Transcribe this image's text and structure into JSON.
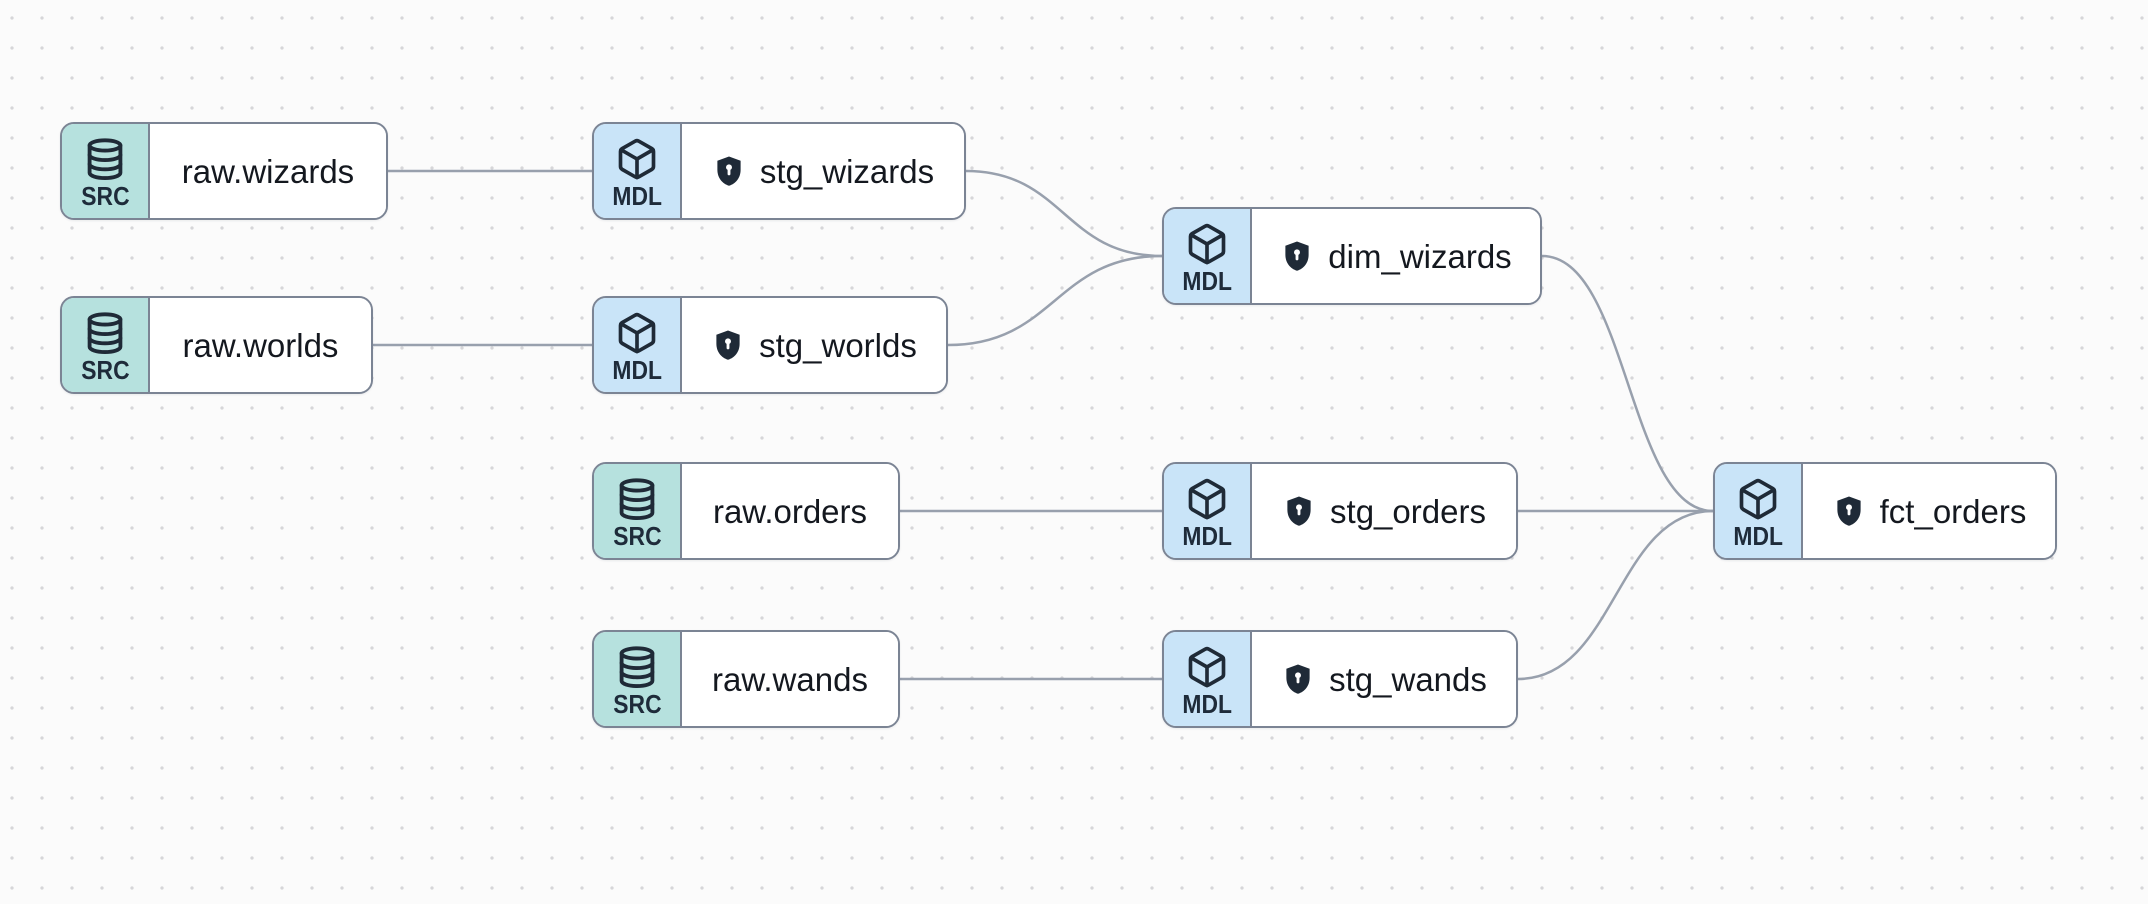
{
  "diagram": {
    "kind": "data-lineage-graph",
    "background_color": "#fbfbfb",
    "dot_color": "#d6d6d9",
    "edge_color": "#98a0ad",
    "node_border_color": "#7b8494",
    "source_badge_color": "#b6e1de",
    "model_badge_color": "#c9e4f8",
    "icon_color": "#1f2a37",
    "label_color": "#14181f"
  },
  "nodes": [
    {
      "id": "raw_wizards",
      "type": "source",
      "badge": "SRC",
      "icon": "database",
      "label": "raw.wizards",
      "shield": false
    },
    {
      "id": "stg_wizards",
      "type": "model",
      "badge": "MDL",
      "icon": "cube",
      "label": "stg_wizards",
      "shield": true
    },
    {
      "id": "raw_worlds",
      "type": "source",
      "badge": "SRC",
      "icon": "database",
      "label": "raw.worlds",
      "shield": false
    },
    {
      "id": "stg_worlds",
      "type": "model",
      "badge": "MDL",
      "icon": "cube",
      "label": "stg_worlds",
      "shield": true
    },
    {
      "id": "dim_wizards",
      "type": "model",
      "badge": "MDL",
      "icon": "cube",
      "label": "dim_wizards",
      "shield": true
    },
    {
      "id": "raw_orders",
      "type": "source",
      "badge": "SRC",
      "icon": "database",
      "label": "raw.orders",
      "shield": false
    },
    {
      "id": "stg_orders",
      "type": "model",
      "badge": "MDL",
      "icon": "cube",
      "label": "stg_orders",
      "shield": true
    },
    {
      "id": "fct_orders",
      "type": "model",
      "badge": "MDL",
      "icon": "cube",
      "label": "fct_orders",
      "shield": true
    },
    {
      "id": "raw_wands",
      "type": "source",
      "badge": "SRC",
      "icon": "database",
      "label": "raw.wands",
      "shield": false
    },
    {
      "id": "stg_wands",
      "type": "model",
      "badge": "MDL",
      "icon": "cube",
      "label": "stg_wands",
      "shield": true
    }
  ],
  "edges": [
    {
      "from": "raw.wizards",
      "to": "stg_wizards"
    },
    {
      "from": "raw.worlds",
      "to": "stg_worlds"
    },
    {
      "from": "raw.orders",
      "to": "stg_orders"
    },
    {
      "from": "raw.wands",
      "to": "stg_wands"
    },
    {
      "from": "stg_wizards",
      "to": "dim_wizards"
    },
    {
      "from": "stg_worlds",
      "to": "dim_wizards"
    },
    {
      "from": "stg_orders",
      "to": "fct_orders"
    },
    {
      "from": "stg_wands",
      "to": "fct_orders"
    },
    {
      "from": "dim_wizards",
      "to": "fct_orders"
    }
  ]
}
